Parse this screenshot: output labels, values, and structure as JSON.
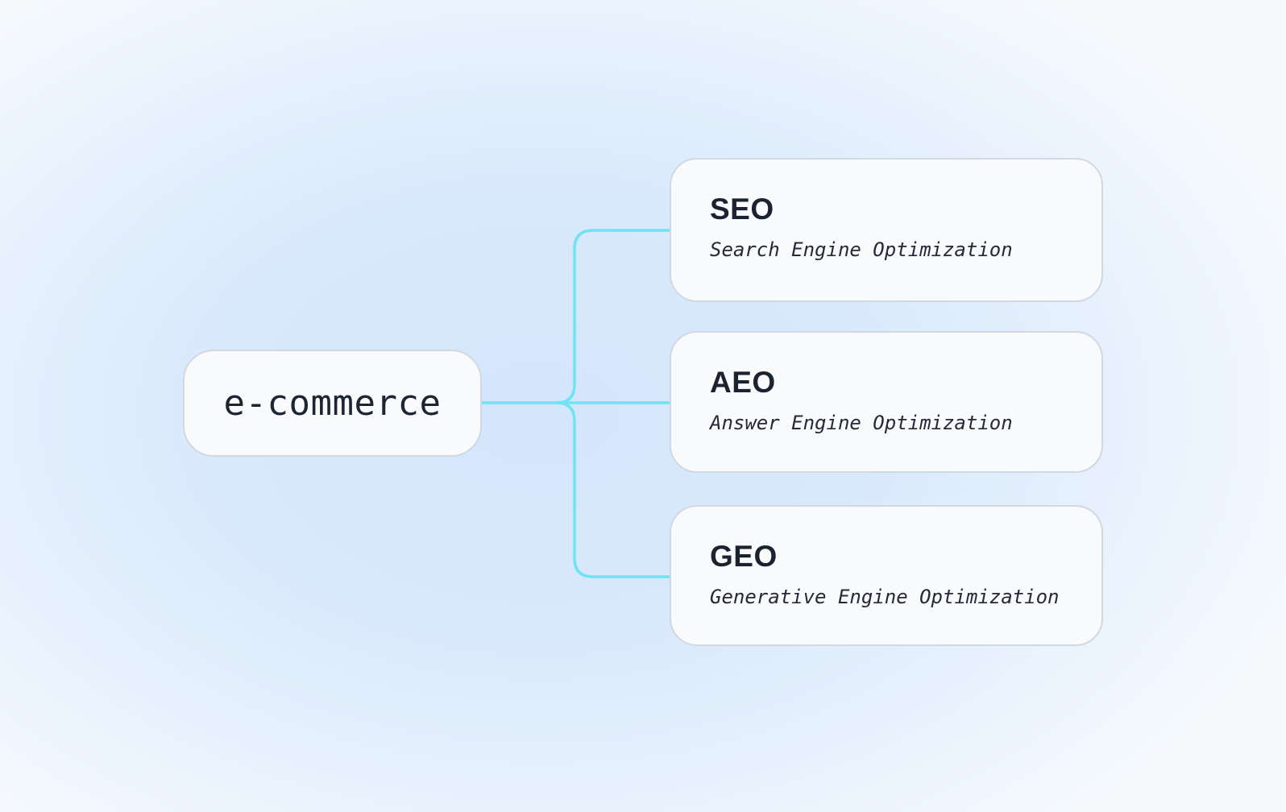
{
  "diagram": {
    "type": "mindmap",
    "colors": {
      "connector": "#6fe2f4",
      "node_background": "#f8fafc",
      "node_border": "#d2d8e0",
      "text": "#1e2532",
      "background_center": "#d4e6fc",
      "background_edge": "#f6fafd"
    },
    "root": {
      "label": "e-commerce"
    },
    "nodes": [
      {
        "id": "seo",
        "title": "SEO",
        "subtitle": "Search Engine Optimization"
      },
      {
        "id": "aeo",
        "title": "AEO",
        "subtitle": "Answer Engine Optimization"
      },
      {
        "id": "geo",
        "title": "GEO",
        "subtitle": "Generative Engine Optimization"
      }
    ]
  }
}
